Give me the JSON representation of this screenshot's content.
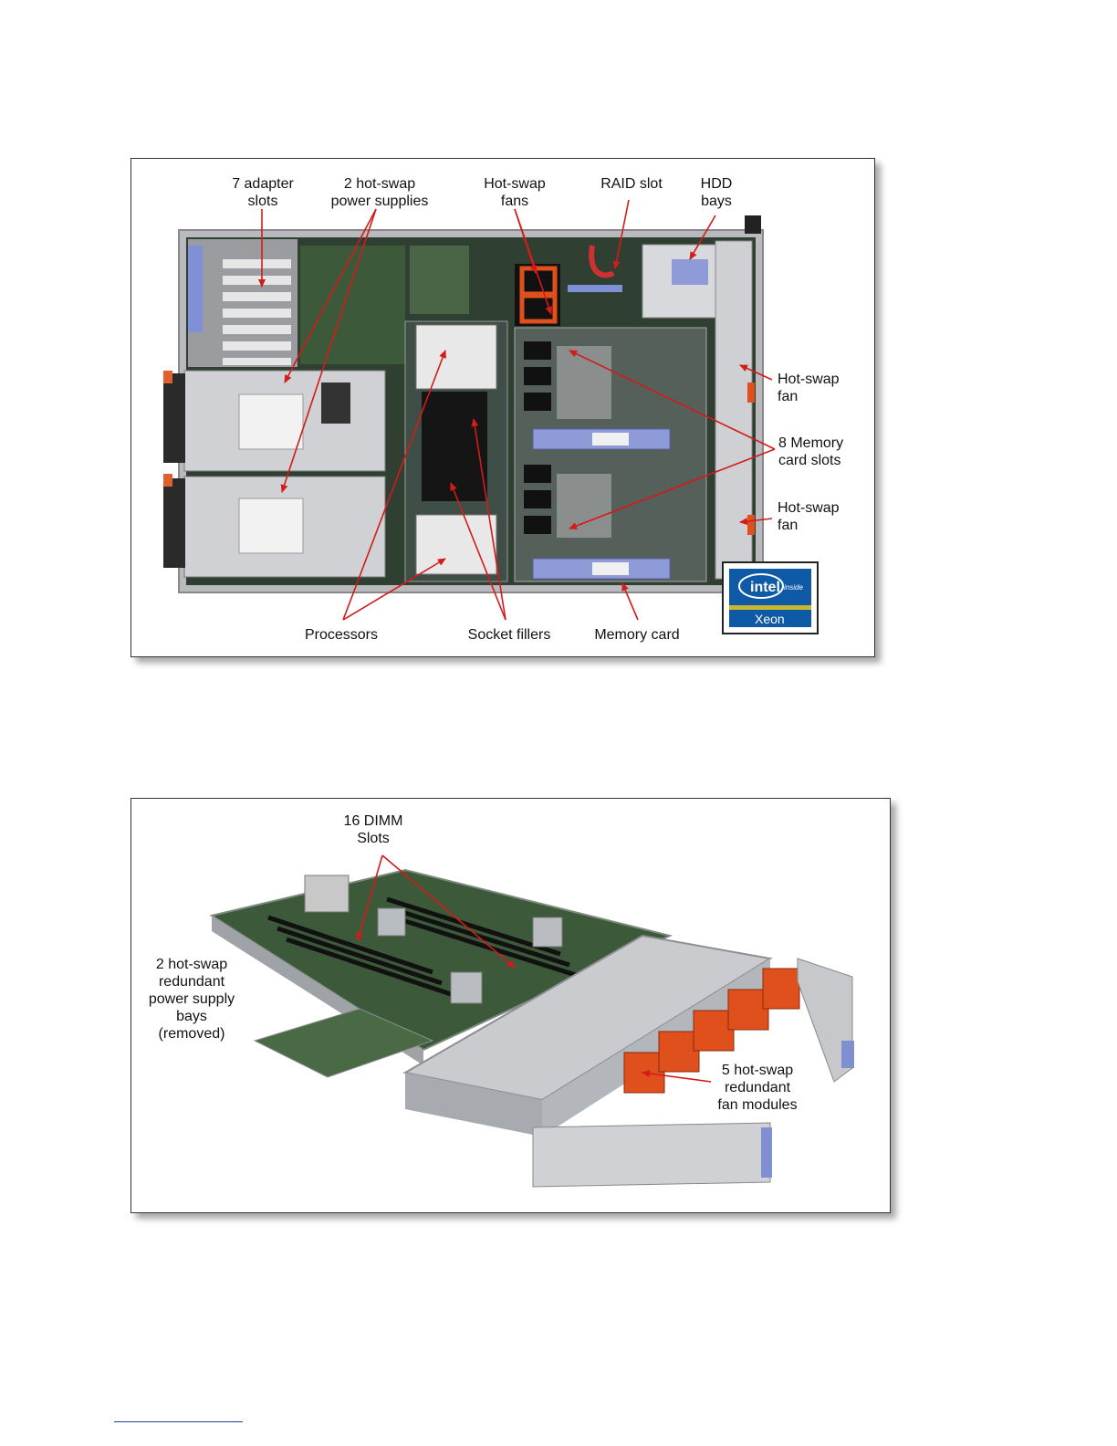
{
  "figure1": {
    "callouts": {
      "adapter_slots": "7 adapter\nslots",
      "power_supplies": "2 hot-swap\npower supplies",
      "hotswap_fans_top": "Hot-swap\nfans",
      "raid_slot": "RAID slot",
      "hdd_bays": "HDD\nbays",
      "hotswap_fan_right_1": "Hot-swap\nfan",
      "memory_card_slots": "8 Memory\ncard slots",
      "hotswap_fan_right_2": "Hot-swap\nfan",
      "processors": "Processors",
      "socket_fillers": "Socket fillers",
      "memory_card": "Memory card"
    },
    "badge": {
      "brand": "intel",
      "tag": "inside",
      "product": "Xeon"
    }
  },
  "figure2": {
    "callouts": {
      "dimm_slots": "16 DIMM\nSlots",
      "psu_bays": "2 hot-swap\nredundant\npower supply\nbays\n(removed)",
      "fan_modules": "5 hot-swap\nredundant\nfan modules"
    }
  },
  "colors": {
    "arrow": "#d41a1a",
    "chassis": "#c4c6ca",
    "board": "#3c5a3a",
    "fan": "#e0501c",
    "handle": "#7f8fd0"
  }
}
